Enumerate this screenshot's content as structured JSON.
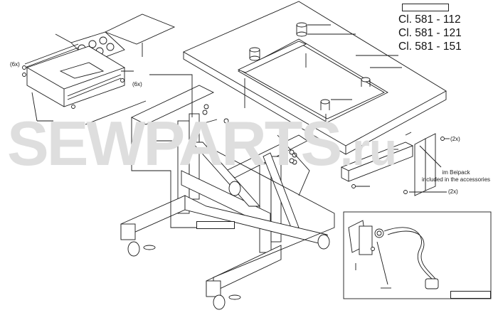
{
  "watermark": {
    "main": "SEWPARTS",
    "suffix": ".ru"
  },
  "models": [
    "Cl. 581 - 112",
    "Cl. 581 - 121",
    "Cl. 581 - 151"
  ],
  "quantities": {
    "tray_screws_left": "(6x)",
    "tray_screws_right": "(6x)",
    "bracket_screws_top": "(2x)",
    "bracket_screws_bottom": "(2x)"
  },
  "accessories_note": {
    "de": "im Beipack",
    "en": "included in the accessories"
  },
  "colors": {
    "line": "#1a1a1a",
    "watermark": "#e4e4e4"
  }
}
